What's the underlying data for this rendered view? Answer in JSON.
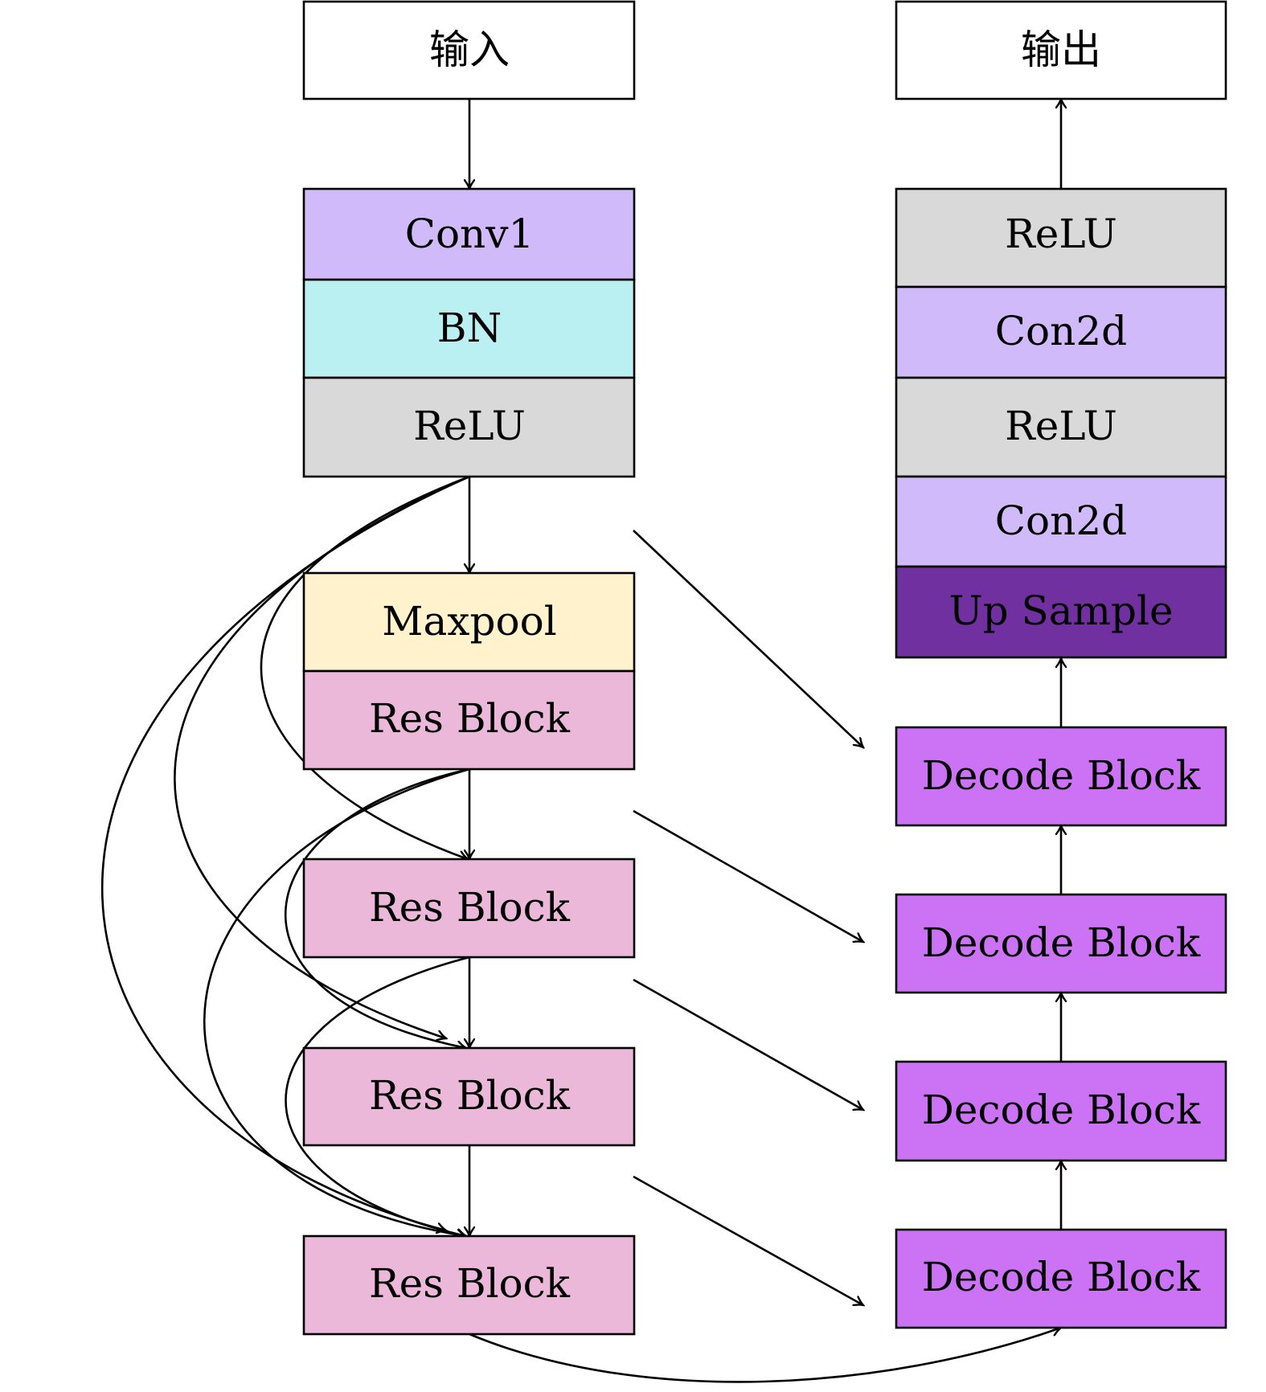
{
  "colors": {
    "input": "#ffffff",
    "output": "#ffffff",
    "conv": "#d1baf9",
    "bn": "#bbf0f3",
    "relu": "#d9d9d9",
    "maxpool": "#fff2cd",
    "res_block": "#ebb8da",
    "upsample": "#7030a0",
    "decode_block": "#cb72f5",
    "stroke": "#000000"
  },
  "encoder": {
    "input": "输入",
    "conv1": "Conv1",
    "bn": "BN",
    "relu": "ReLU",
    "maxpool": "Maxpool",
    "res_block_1": "Res Block",
    "res_block_2": "Res Block",
    "res_block_3": "Res Block",
    "res_block_4": "Res Block"
  },
  "decoder": {
    "output": "输出",
    "relu_top": "ReLU",
    "con2d_top": "Con2d",
    "relu_mid": "ReLU",
    "con2d_bottom": "Con2d",
    "upsample": "Up Sample",
    "decode_block_1": "Decode Block",
    "decode_block_2": "Decode Block",
    "decode_block_3": "Decode Block",
    "decode_block_4": "Decode Block"
  }
}
